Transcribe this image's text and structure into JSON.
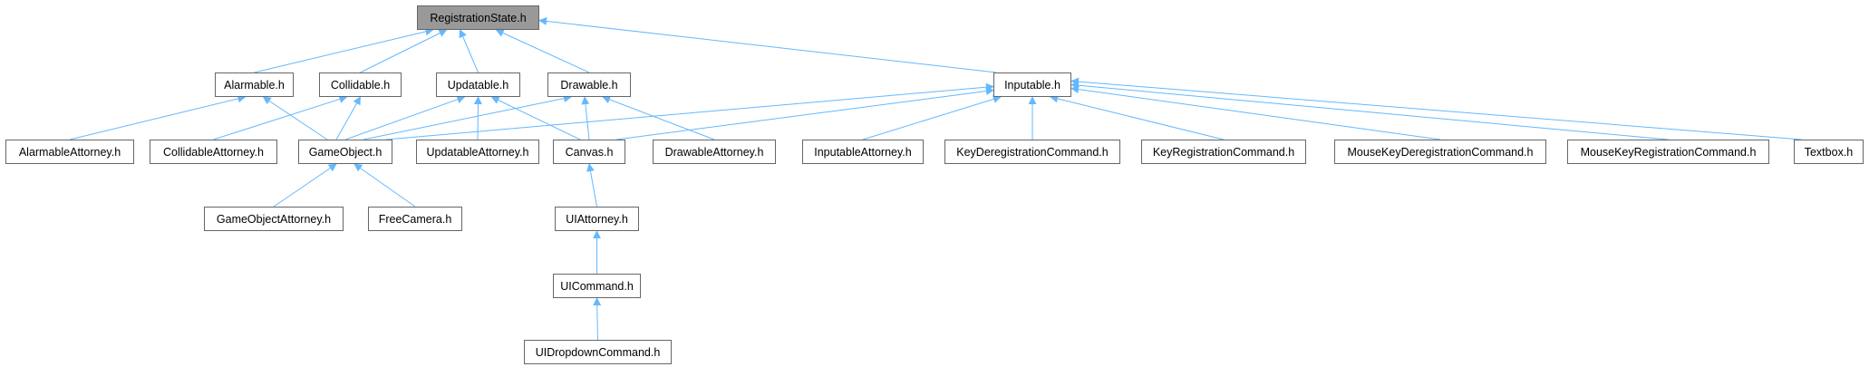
{
  "colors": {
    "edge": "#63b8ff",
    "root_fill": "#999999",
    "node_border": "#666666"
  },
  "nodes": {
    "root": "RegistrationState.h",
    "alarmable": "Alarmable.h",
    "collidable": "Collidable.h",
    "updatable": "Updatable.h",
    "drawable": "Drawable.h",
    "inputable": "Inputable.h",
    "alarmable_attorney": "AlarmableAttorney.h",
    "collidable_attorney": "CollidableAttorney.h",
    "gameobject": "GameObject.h",
    "updatable_attorney": "UpdatableAttorney.h",
    "canvas": "Canvas.h",
    "drawable_attorney": "DrawableAttorney.h",
    "inputable_attorney": "InputableAttorney.h",
    "key_deregistration_command": "KeyDeregistrationCommand.h",
    "key_registration_command": "KeyRegistrationCommand.h",
    "mousekey_deregistration_command": "MouseKeyDeregistrationCommand.h",
    "mousekey_registration_command": "MouseKeyRegistrationCommand.h",
    "textbox": "Textbox.h",
    "gameobject_attorney": "GameObjectAttorney.h",
    "free_camera": "FreeCamera.h",
    "ui_attorney": "UIAttorney.h",
    "ui_command": "UICommand.h",
    "ui_dropdown_command": "UIDropdownCommand.h"
  }
}
